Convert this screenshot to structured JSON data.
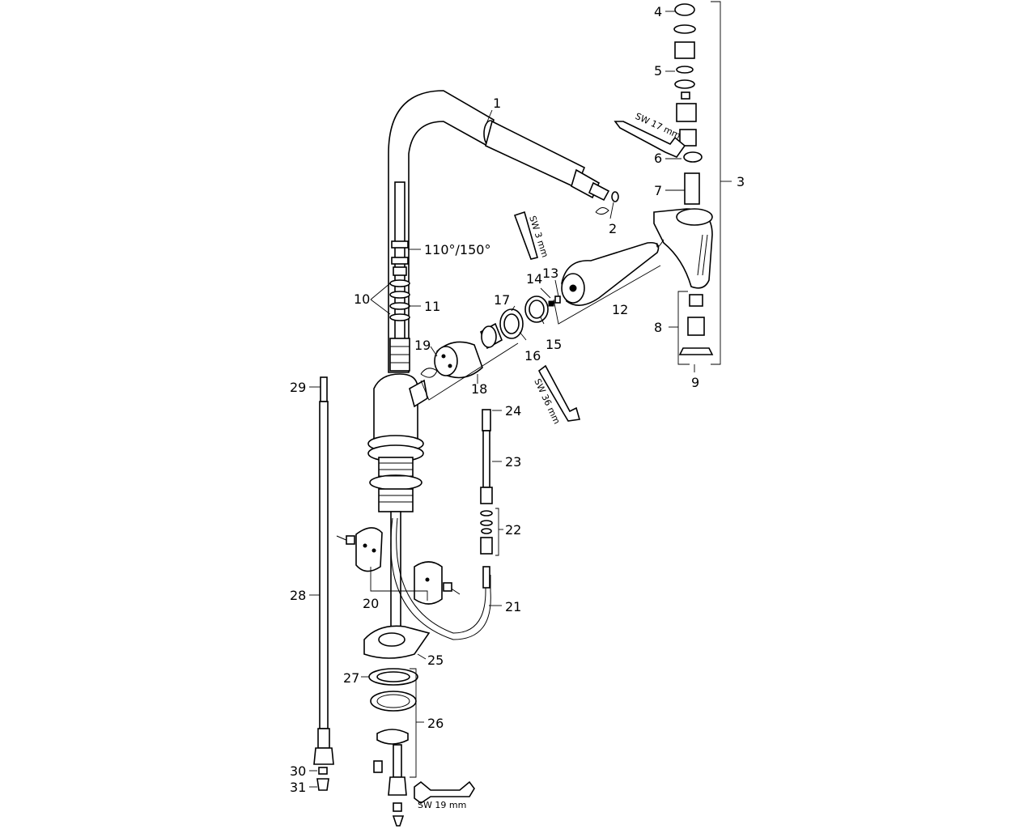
{
  "labels": {
    "n1": "1",
    "n2": "2",
    "n3": "3",
    "n4": "4",
    "n5": "5",
    "n6": "6",
    "n7": "7",
    "n8": "8",
    "n9": "9",
    "n10": "10",
    "n11": "11",
    "n12": "12",
    "n13": "13",
    "n14": "14",
    "n15": "15",
    "n16": "16",
    "n17": "17",
    "n18": "18",
    "n19": "19",
    "n20": "20",
    "n21": "21",
    "n22": "22",
    "n23": "23",
    "n24": "24",
    "n25": "25",
    "n26": "26",
    "n27": "27",
    "n28": "28",
    "n29": "29",
    "n30": "30",
    "n31": "31"
  },
  "swivel_angle": "110°/150°",
  "tools": {
    "wrench_17": "SW 17 mm",
    "hex_key_3": "SW 3 mm",
    "wrench_36": "SW 36 mm",
    "wrench_19": "SW 19 mm"
  }
}
